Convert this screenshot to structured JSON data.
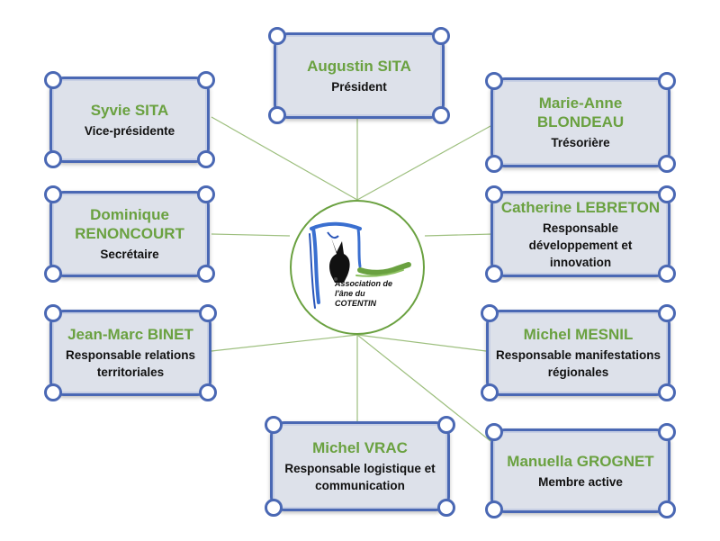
{
  "nodes": {
    "president": {
      "name": "Augustin SITA",
      "role": "Président"
    },
    "vice_president": {
      "name": "Syvie SITA",
      "role": "Vice-présidente"
    },
    "treasurer": {
      "name": "Marie-Anne BLONDEAU",
      "role": "Trésorière"
    },
    "secretary": {
      "name": "Dominique RENONCOURT",
      "role": "Secrétaire"
    },
    "development": {
      "name": "Catherine LEBRETON",
      "role": "Responsable développement et innovation"
    },
    "territorial": {
      "name": "Jean-Marc BINET",
      "role": "Responsable relations territoriales"
    },
    "events": {
      "name": "Michel MESNIL",
      "role": "Responsable manifestations régionales"
    },
    "logistics": {
      "name": "Michel VRAC",
      "role": "Responsable logistique et communication"
    },
    "member": {
      "name": "Manuella GROGNET",
      "role": "Membre active"
    }
  },
  "logo": {
    "line1": "Association de",
    "line2": "l'âne du",
    "line3": "COTENTIN"
  },
  "colors": {
    "node_fill": "#dde1ea",
    "node_border": "#4a68b4",
    "name_text": "#6aa140",
    "connector": "#9dbf7e"
  }
}
